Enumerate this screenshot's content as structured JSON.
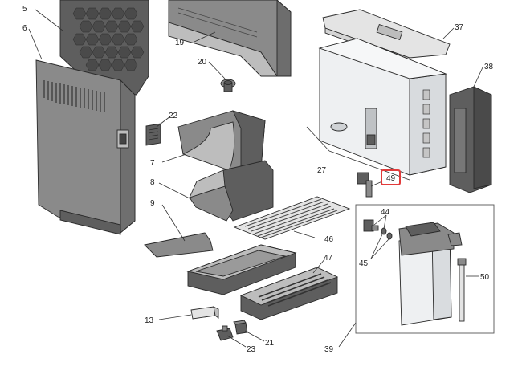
{
  "diagram": {
    "labels": {
      "p5": "5",
      "p6": "6",
      "p7": "7",
      "p8": "8",
      "p9": "9",
      "p13": "13",
      "p19": "19",
      "p20": "20",
      "p21": "21",
      "p22": "22",
      "p23": "23",
      "p27": "27",
      "p37": "37",
      "p38": "38",
      "p39": "39",
      "p44": "44",
      "p45": "45",
      "p46": "46",
      "p47": "47",
      "p49": "49",
      "p50": "50"
    },
    "highlight_color": "#e23b3b"
  }
}
